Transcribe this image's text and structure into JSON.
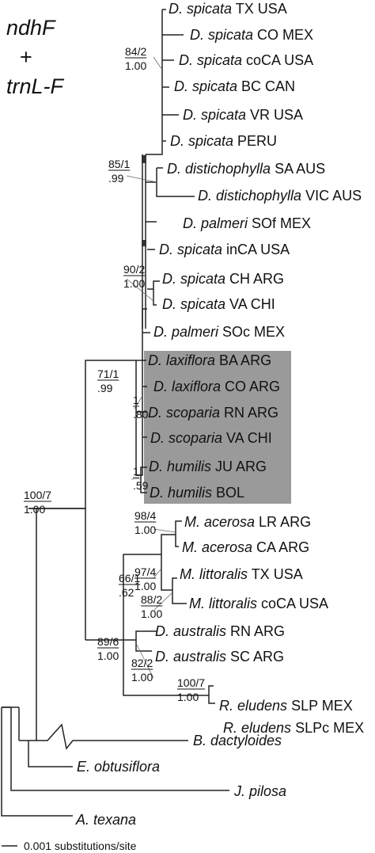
{
  "legend": {
    "gene1": "ndhF",
    "plus": "+",
    "gene2": "trnL-F"
  },
  "highlight_color": "#9a9a9a",
  "taxa": [
    {
      "genus": "D. spicata",
      "loc": "TX USA"
    },
    {
      "genus": "D. spicata",
      "loc": "CO MEX"
    },
    {
      "genus": "D. spicata",
      "loc": "coCA USA"
    },
    {
      "genus": "D. spicata",
      "loc": "BC CAN"
    },
    {
      "genus": "D. spicata",
      "loc": "VR USA"
    },
    {
      "genus": "D. spicata",
      "loc": "PERU"
    },
    {
      "genus": "D. distichophylla",
      "loc": "SA AUS"
    },
    {
      "genus": "D. distichophylla",
      "loc": "VIC AUS"
    },
    {
      "genus": "D. palmeri",
      "loc": "SOf MEX"
    },
    {
      "genus": "D. spicata",
      "loc": "inCA USA"
    },
    {
      "genus": "D. spicata",
      "loc": "CH ARG"
    },
    {
      "genus": "D. spicata",
      "loc": "VA CHI"
    },
    {
      "genus": "D. palmeri",
      "loc": "SOc MEX"
    },
    {
      "genus": "D. laxiflora",
      "loc": "BA ARG"
    },
    {
      "genus": "D. laxiflora",
      "loc": "CO ARG"
    },
    {
      "genus": "D. scoparia",
      "loc": "RN ARG"
    },
    {
      "genus": "D. scoparia",
      "loc": "VA CHI"
    },
    {
      "genus": "D. humilis",
      "loc": "JU ARG"
    },
    {
      "genus": "D. humilis",
      "loc": "BOL"
    },
    {
      "genus": "M. acerosa",
      "loc": "LR ARG"
    },
    {
      "genus": "M. acerosa",
      "loc": "CA ARG"
    },
    {
      "genus": "M. littoralis",
      "loc": "TX USA"
    },
    {
      "genus": "M. littoralis",
      "loc": "coCA USA"
    },
    {
      "genus": "D. australis",
      "loc": "RN ARG"
    },
    {
      "genus": "D. australis",
      "loc": "SC ARG"
    },
    {
      "genus": "R. eludens",
      "loc": "SLP MEX"
    },
    {
      "genus": "R. eludens",
      "loc": "SLPc MEX"
    },
    {
      "genus": "B. dactyloides",
      "loc": ""
    },
    {
      "genus": "E. obtusiflora",
      "loc": ""
    },
    {
      "genus": "J. pilosa",
      "loc": ""
    },
    {
      "genus": "A. texana",
      "loc": ""
    }
  ],
  "supports": [
    {
      "top": "84/2",
      "bottom": "1.00"
    },
    {
      "top": "85/1",
      "bottom": ".99"
    },
    {
      "top": "90/2",
      "bottom": "1.00"
    },
    {
      "top": "71/1",
      "bottom": ".99"
    },
    {
      "top": "1",
      "bottom": ".80"
    },
    {
      "top": "1",
      "bottom": ".59"
    },
    {
      "top": "100/7",
      "bottom": "1.00"
    },
    {
      "top": "98/4",
      "bottom": "1.00"
    },
    {
      "top": "97/4",
      "bottom": "1.00"
    },
    {
      "top": "66/1",
      "bottom": ".62"
    },
    {
      "top": "88/2",
      "bottom": "1.00"
    },
    {
      "top": "89/6",
      "bottom": "1.00"
    },
    {
      "top": "82/2",
      "bottom": "1.00"
    },
    {
      "top": "100/7",
      "bottom": "1.00"
    }
  ],
  "scale": {
    "label": "0.001 substitutions/site"
  }
}
